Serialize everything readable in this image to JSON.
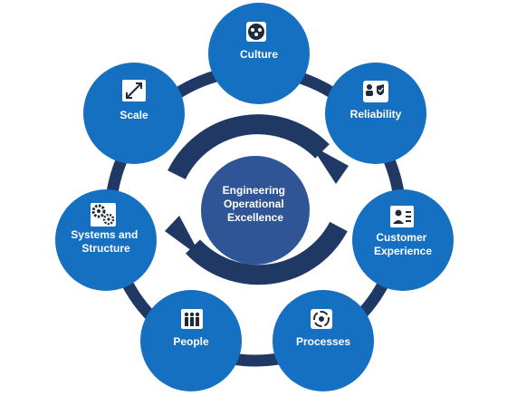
{
  "center": {
    "lines": [
      "Engineering",
      "Operational",
      "Excellence"
    ]
  },
  "nodes": [
    {
      "id": "culture",
      "lines": [
        "Culture"
      ],
      "icon": "team-icon"
    },
    {
      "id": "reliability",
      "lines": [
        "Reliability"
      ],
      "icon": "shield-check-icon"
    },
    {
      "id": "customer-experience",
      "lines": [
        "Customer",
        "Experience"
      ],
      "icon": "customer-profile-icon"
    },
    {
      "id": "processes",
      "lines": [
        "Processes"
      ],
      "icon": "process-cycle-icon"
    },
    {
      "id": "people",
      "lines": [
        "People"
      ],
      "icon": "people-group-icon"
    },
    {
      "id": "systems-and-structure",
      "lines": [
        "Systems and",
        "Structure"
      ],
      "icon": "gears-icon"
    },
    {
      "id": "scale",
      "lines": [
        "Scale"
      ],
      "icon": "expand-arrows-icon"
    }
  ],
  "colors": {
    "node_fill": "#1670c2",
    "ring": "#203864",
    "center_fill": "#2f5597",
    "cycle_arrows": "#203864",
    "icon_bg": "#ffffff",
    "icon_fg": "#1f2a3a"
  }
}
